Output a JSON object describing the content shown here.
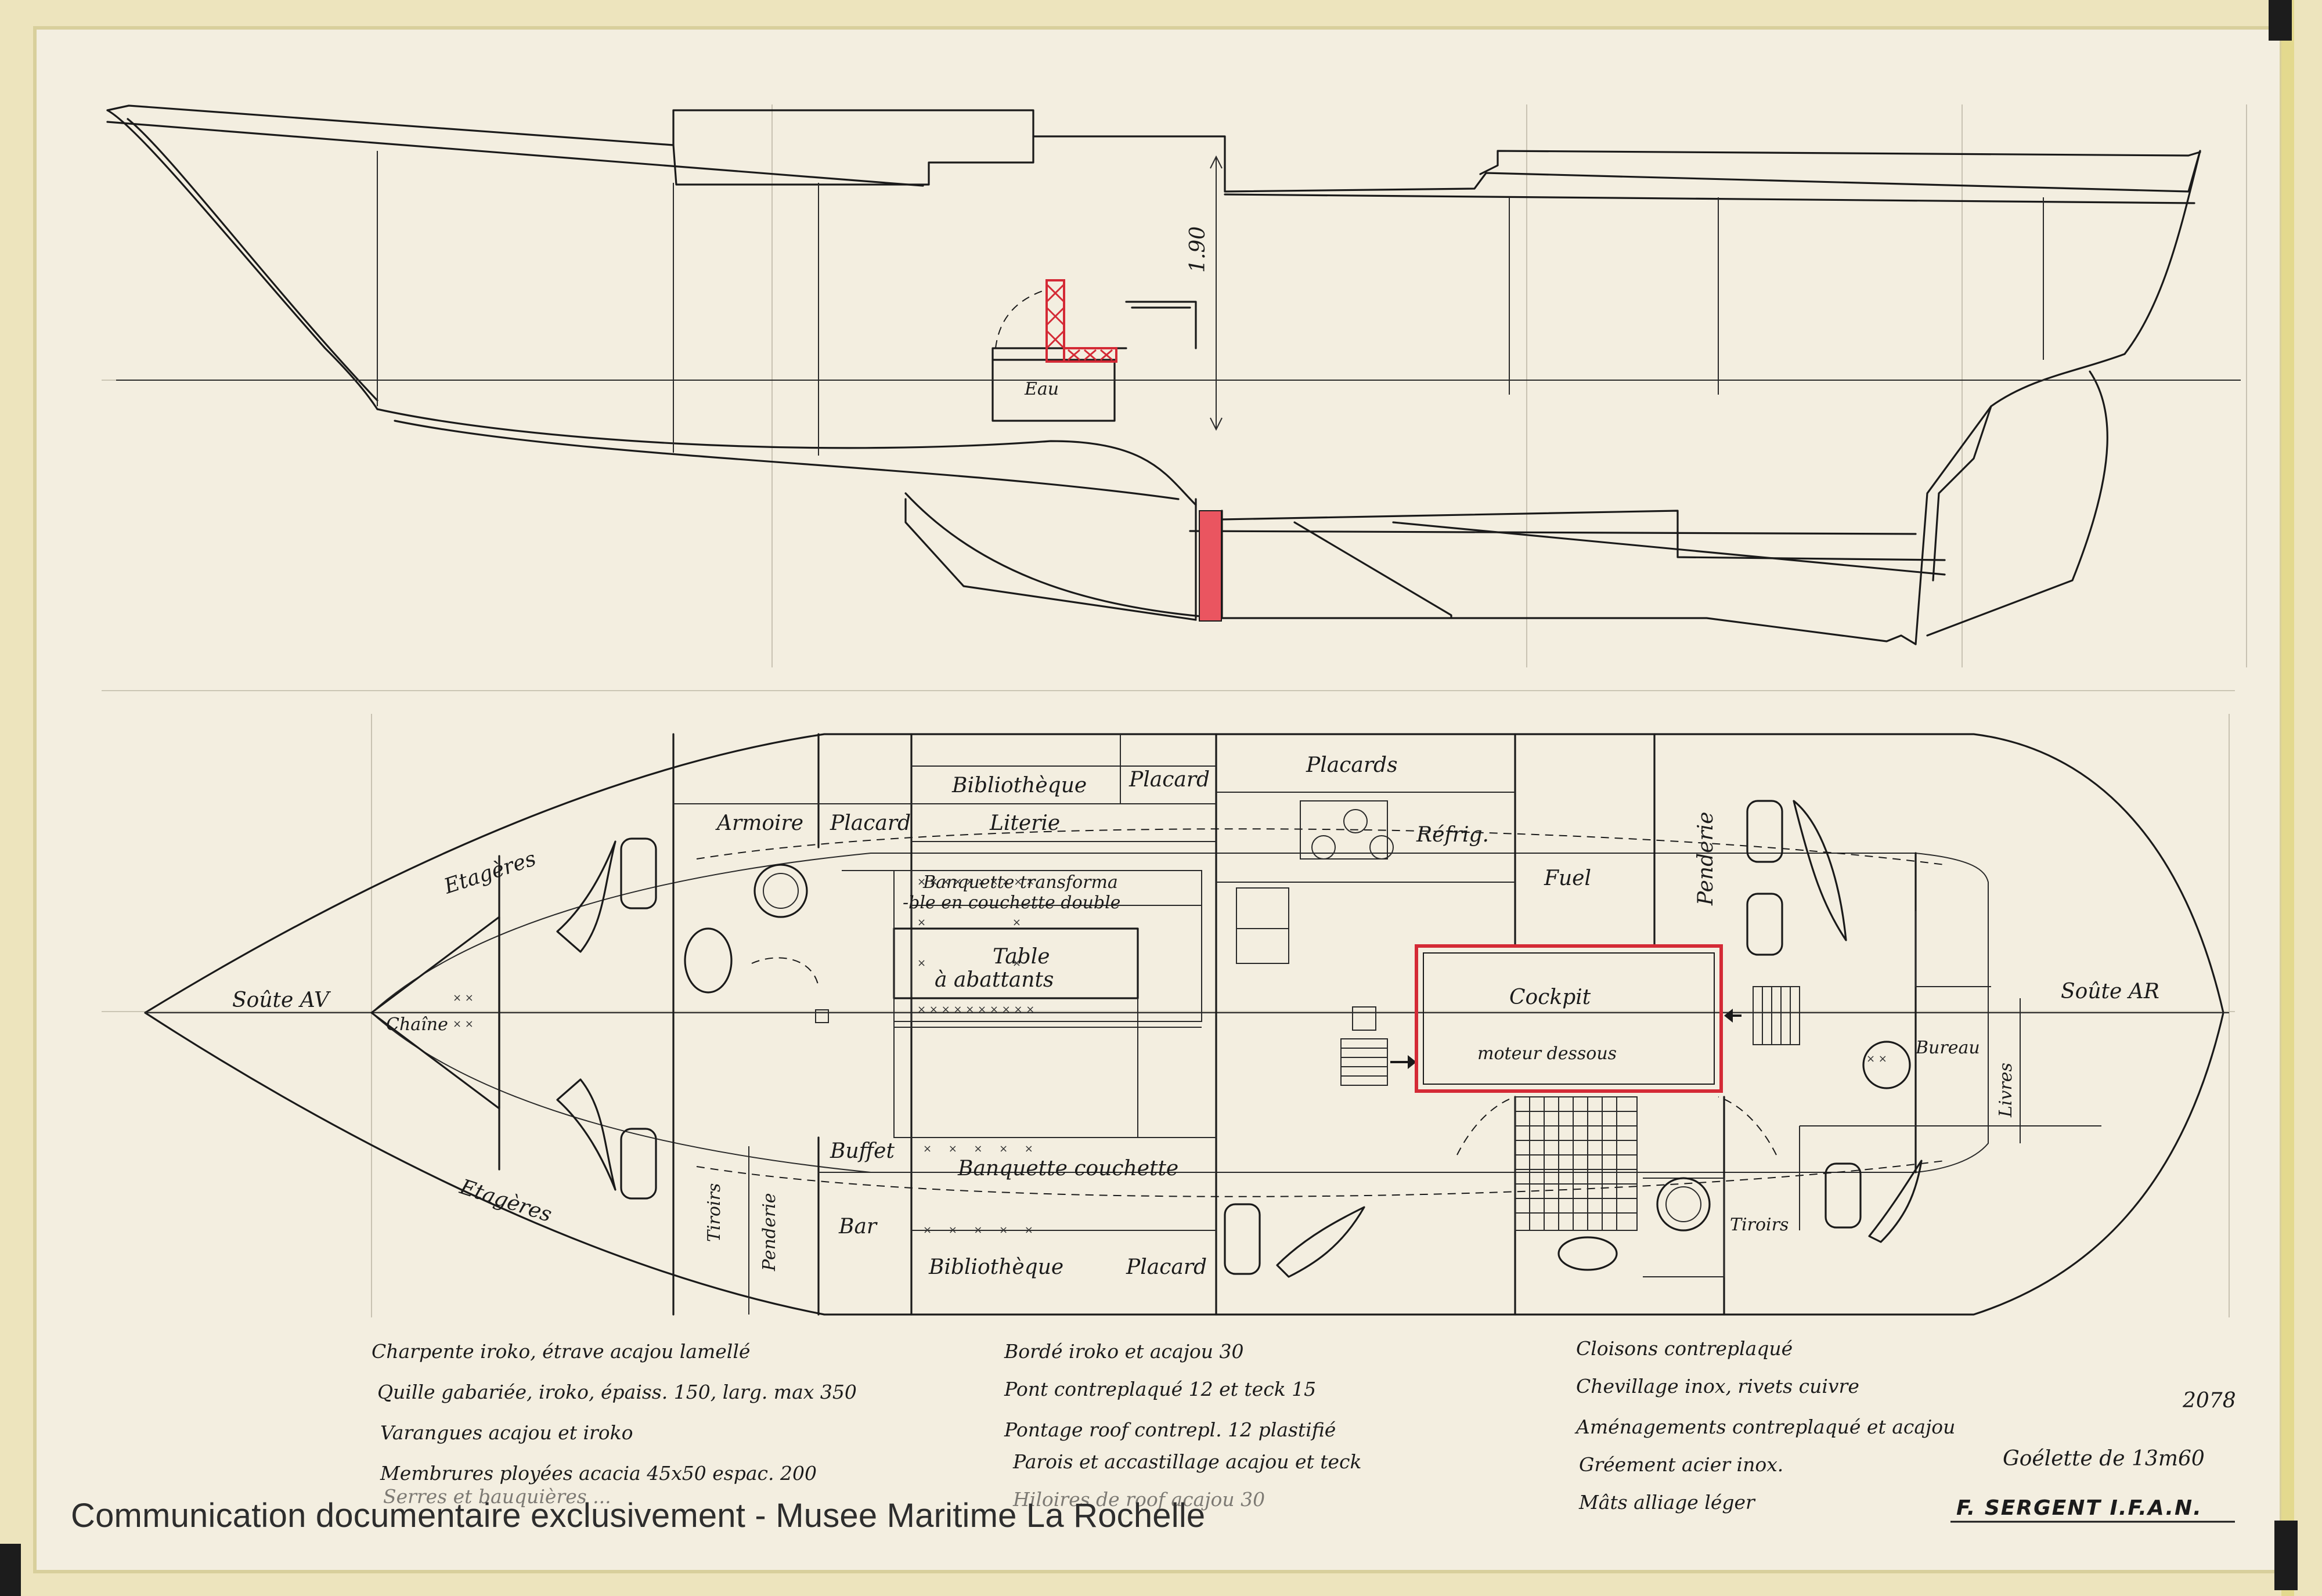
{
  "drawing": {
    "dimension": "1.90",
    "labels": {
      "eau": "Eau",
      "soute_av": "Soûte AV",
      "soute_ar": "Soûte AR",
      "chaine": "Chaîne",
      "etageres_top": "Etagères",
      "etageres_bottom": "Etagères",
      "armoire": "Armoire",
      "placard_1": "Placard",
      "bibliotheque_top": "Bibliothèque",
      "placard_2": "Placard",
      "literie": "Literie",
      "placards": "Placards",
      "refrig": "Réfrig.",
      "fuel": "Fuel",
      "penderie_right": "Penderie",
      "banquette_1": "Banquette transforma",
      "banquette_2": "-ble en couchette double",
      "table_1": "Table",
      "table_2": "à abattants",
      "cockpit": "Cockpit",
      "moteur": "moteur dessous",
      "bureau": "Bureau",
      "livres": "Livres",
      "tiroirs_left": "Tiroirs",
      "penderie_left": "Penderie",
      "buffet": "Buffet",
      "bar": "Bar",
      "banquette_couchette": "Banquette couchette",
      "bibliotheque_bottom": "Bibliothèque",
      "placard_3": "Placard",
      "tiroirs_right": "Tiroirs"
    }
  },
  "notes": {
    "column_1": [
      "Charpente iroko, étrave acajou lamellé",
      "Quille gabariée, iroko, épaiss. 150, larg. max 350",
      "Varangues acajou et iroko",
      "Membrures ployées acacia 45x50 espac. 200",
      "Serres et bauquières ..."
    ],
    "column_2": [
      "Bordé iroko et acajou 30",
      "Pont contreplaqué 12 et teck 15",
      "Pontage roof contrepl. 12 plastifié",
      "Parois et accastillage acajou et teck",
      "Hiloires de roof acajou 30"
    ],
    "column_3": [
      "Cloisons contreplaqué",
      "Chevillage inox, rivets cuivre",
      "Aménagements contreplaqué et acajou",
      "Gréement acier inox.",
      "Mâts alliage léger"
    ]
  },
  "title_block": {
    "designer": "F. SERGENT  I.F.A.N.",
    "pencil_note": "Goélette de 13m60",
    "sheet_number": "2078"
  },
  "watermark": "Communication documentaire exclusivement - Musee Maritime La Rochelle"
}
